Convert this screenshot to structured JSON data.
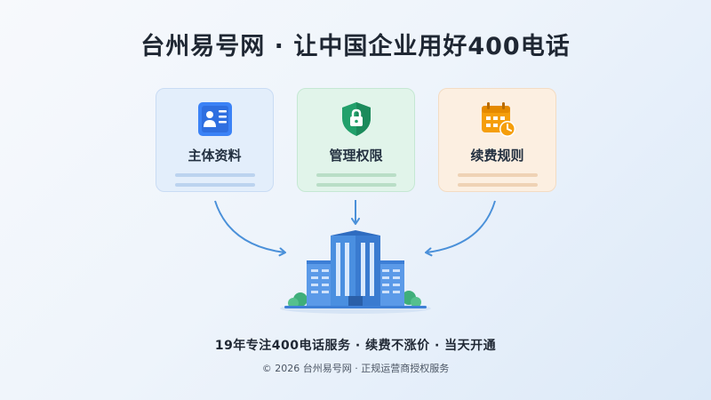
{
  "header": {
    "title": "台州易号网 · 让中国企业用好400电话"
  },
  "cards": [
    {
      "label": "主体资料",
      "icon": "id-card-icon",
      "color": "#3b82f6"
    },
    {
      "label": "管理权限",
      "icon": "shield-lock-icon",
      "color": "#22a06b"
    },
    {
      "label": "续费规则",
      "icon": "calendar-clock-icon",
      "color": "#f59e0b"
    }
  ],
  "footer": {
    "slogan": "19年专注400电话服务 · 续费不涨价 · 当天开通",
    "copyright": "© 2026 台州易号网 · 正规运营商授权服务"
  },
  "colors": {
    "arrow": "#4a90d9",
    "building": "#4a8fe0",
    "accent_green": "#22a06b",
    "accent_orange": "#f59e0b"
  }
}
